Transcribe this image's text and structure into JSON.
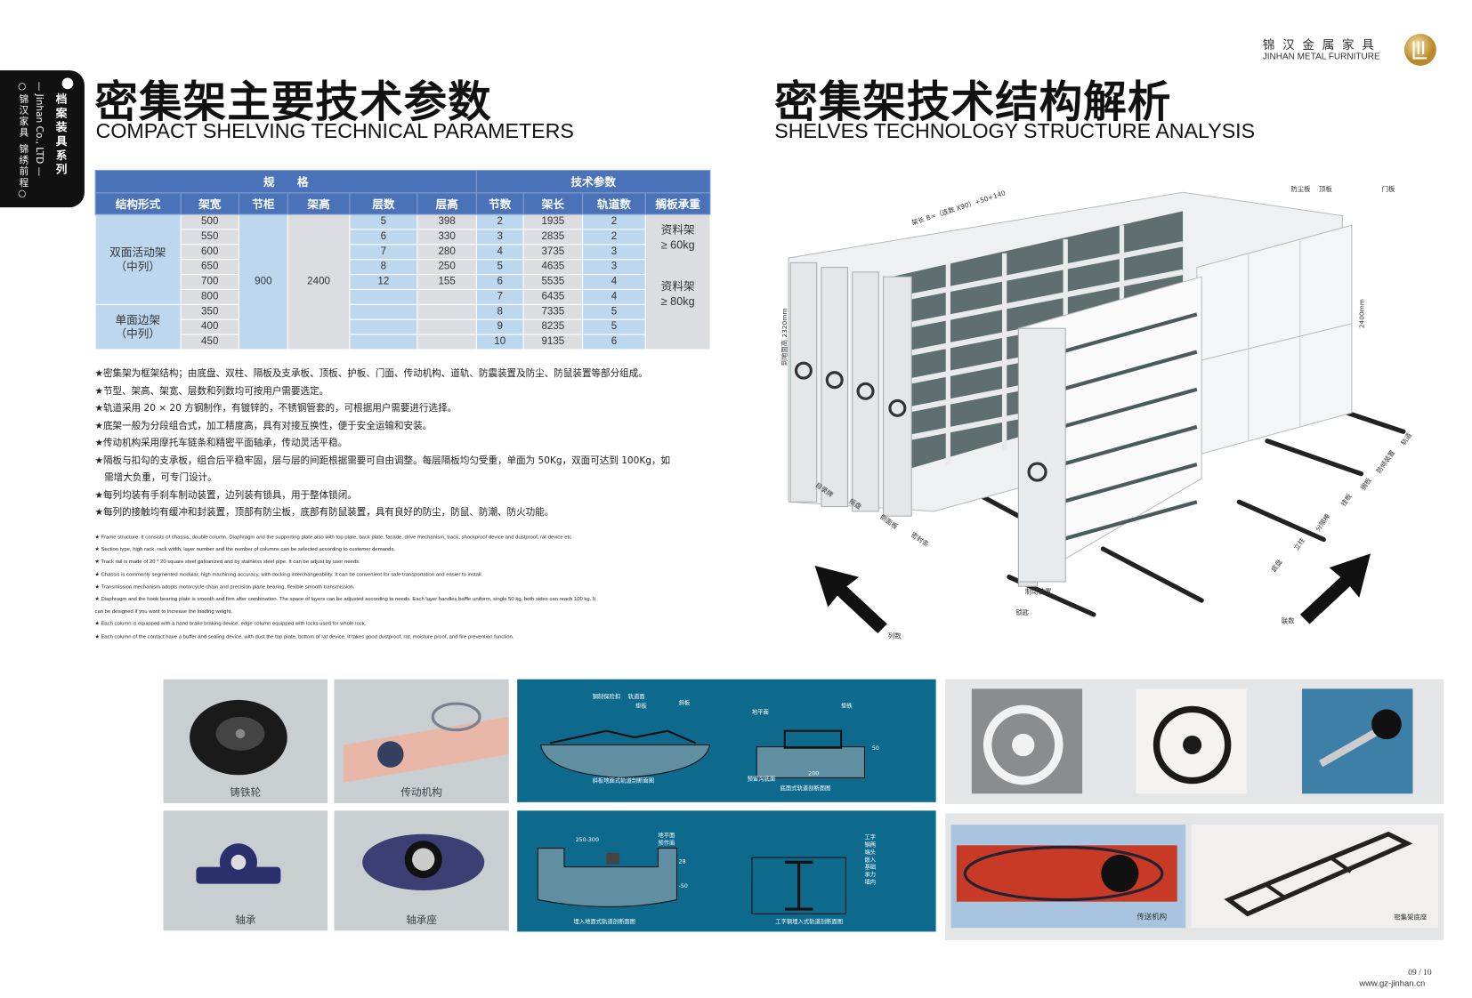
{
  "side_tab": {
    "series": "档案装具系列",
    "company_en": "Jinhan Co., LTD",
    "slogan": "锦汉家具  锦绣前程"
  },
  "brand": {
    "name_cn": "锦 汉 金 属 家 具",
    "name_en": "JINHAN METAL FURNITURE"
  },
  "left": {
    "title_cn": "密集架主要技术参数",
    "title_en": "COMPACT SHELVING TECHNICAL PARAMETERS"
  },
  "right": {
    "title_cn": "密集架技术结构解析",
    "title_en": "SHELVES TECHNOLOGY STRUCTURE ANALYSIS"
  },
  "table": {
    "group_headers": [
      "规　　格",
      "技术参数"
    ],
    "headers": [
      "结构形式",
      "架宽",
      "节柜",
      "架高",
      "层数",
      "层高",
      "节数",
      "架长",
      "轨道数",
      "搁板承重"
    ],
    "type_double": "双面活动架\n（中列）",
    "type_single": "单面边架\n（中列）",
    "widths": [
      "500",
      "550",
      "600",
      "650",
      "700",
      "800",
      "350",
      "400",
      "450"
    ],
    "section_cabinet": "900",
    "height": "2400",
    "layers": [
      "5",
      "6",
      "7",
      "8",
      "12",
      "",
      "",
      "",
      ""
    ],
    "layer_heights": [
      "398",
      "330",
      "280",
      "250",
      "155",
      "",
      "",
      "",
      ""
    ],
    "sections": [
      "2",
      "3",
      "4",
      "5",
      "6",
      "7",
      "8",
      "9",
      "10"
    ],
    "lengths": [
      "1935",
      "2835",
      "3735",
      "4635",
      "5535",
      "6435",
      "7335",
      "8235",
      "9135"
    ],
    "tracks": [
      "2",
      "2",
      "3",
      "3",
      "4",
      "4",
      "5",
      "5",
      "6"
    ],
    "load_1": "资料架\n≥ 60kg",
    "load_2": "资料架\n≥ 80kg"
  },
  "notes_cn": [
    "★密集架为框架结构；由底盘、双柱、隔板及支承板、顶板、护板、门面、传动机构、道轨、防震装置及防尘、防鼠装置等部分组成。",
    "★节型、架高、架宽、层数和列数均可按用户需要选定。",
    "★轨道采用 20 × 20 方钢制作，有镀锌的，不锈钢管套的，可根据用户需要进行选择。",
    "★底架一般为分段组合式，加工精度高，具有对接互换性，便于安全运输和安装。",
    "★传动机构采用摩托车链条和精密平面轴承，传动灵活平稳。",
    "★隔板与扣勾的支承板，组合后平稳牢固，层与层的间距根据需要可自由调整。每层隔板均匀受重，单面为 50Kg，双面可达到 100Kg，如",
    "　需增大负重，可专门设计。",
    "★每列均装有手刹车制动装置，边列装有锁具，用于整体锁闭。",
    "★每列的接触均有缓冲和封装置，顶部有防尘板，底部有防鼠装置，具有良好的防尘，防鼠、防潮、防火功能。"
  ],
  "notes_en": [
    "★  Frame structure. It consists of chassis, double column, Diaphragm and the supporting plate also with top plate, back plate, facade, drive mechanism, track, shockproof device and dustproof, rat device etc.",
    "★  Section type, high rack, rack width, layer number and the number of columns can be selected according to customer demands.",
    "★  Track rail is made of 20 * 20 square steel galvanized and by stainless steel pipe. It can be adjust by user needs.",
    "★  Chassis is commonly segmented modular, high machining accuracy, with docking interchangeability. It can be convenient for safe transportation and easier to install.",
    "★  Transmission mechanism adopts motorcycle chain and precision plane bearing, flexible smooth transmission.",
    "★  Diaphragm and the hook bearing plate is smooth and firm after combination. The space of layers can be adjusted according to needs. Each layer handles baffle uniform, single 50 kg, both sides can reach 100 kg. It",
    "      can be designed if you want to increase the loading weight.",
    "★  Each column is equipped with a hand brake braking device, edge column equipped with locks used for whole lock.",
    "★  Each column of the contact have a buffer and sealing device, with dust the top plate, bottom of rat device. It takes good dustproof, rat, moisture proof, and fire prevention function."
  ],
  "diagram": {
    "length_formula": "架长 B=（连数 X90）+50+140",
    "height_left": "到地面高 2320mm",
    "height_right": "2400mm",
    "dust_board": "防尘板",
    "top_board": "顶板",
    "door_board": "门板",
    "catalog_plate": "目录牌",
    "hand_wheel": "摇盘",
    "side_panel": "侧面板",
    "seal_strip": "密封条",
    "brake": "制动装置",
    "lock_key": "锁匙",
    "columns": "列数",
    "sections": "联数",
    "chassis": "底盘",
    "upright": "立柱",
    "divider": "分隔棒",
    "hang_board": "挂板",
    "shelf": "搁板",
    "anti_tilt": "防倾装置",
    "track": "轨道"
  },
  "photos": {
    "cast_wheel": "铸铁轮",
    "drive": "传动机构",
    "bearing": "轴承",
    "bearing_seat": "轴承座",
    "transmission": "传送机构",
    "chassis": "密集架底座"
  },
  "blueprints": {
    "p1_labels": [
      "钢制保险扣",
      "轨道面",
      "垫板",
      "斜板"
    ],
    "p1_caption": "斜板地面式轨道剖断面图",
    "p2_labels": [
      "地平面",
      "垫铁",
      "50",
      "200",
      "预留沟底面",
      "底面式轨道剖断面图"
    ],
    "p3_labels": [
      "250-300",
      "地平面",
      "预作面",
      "28",
      "-50"
    ],
    "p3_caption": "埋入地面式轨道剖断面图",
    "p4_labels": [
      "工字",
      "钢两",
      "端头",
      "嵌入",
      "基础",
      "承力",
      "墙内"
    ],
    "p4_caption": "工字钢埋入式轨道剖断面图"
  },
  "footer": {
    "page": "09 / 10",
    "url": "www.gz-jinhan.cn"
  },
  "colors": {
    "header_blue": "#4a72b8",
    "cell_blue": "#bdd7ee",
    "cell_gray": "#dcdde1",
    "panel_blue": "#0e6a8d"
  }
}
